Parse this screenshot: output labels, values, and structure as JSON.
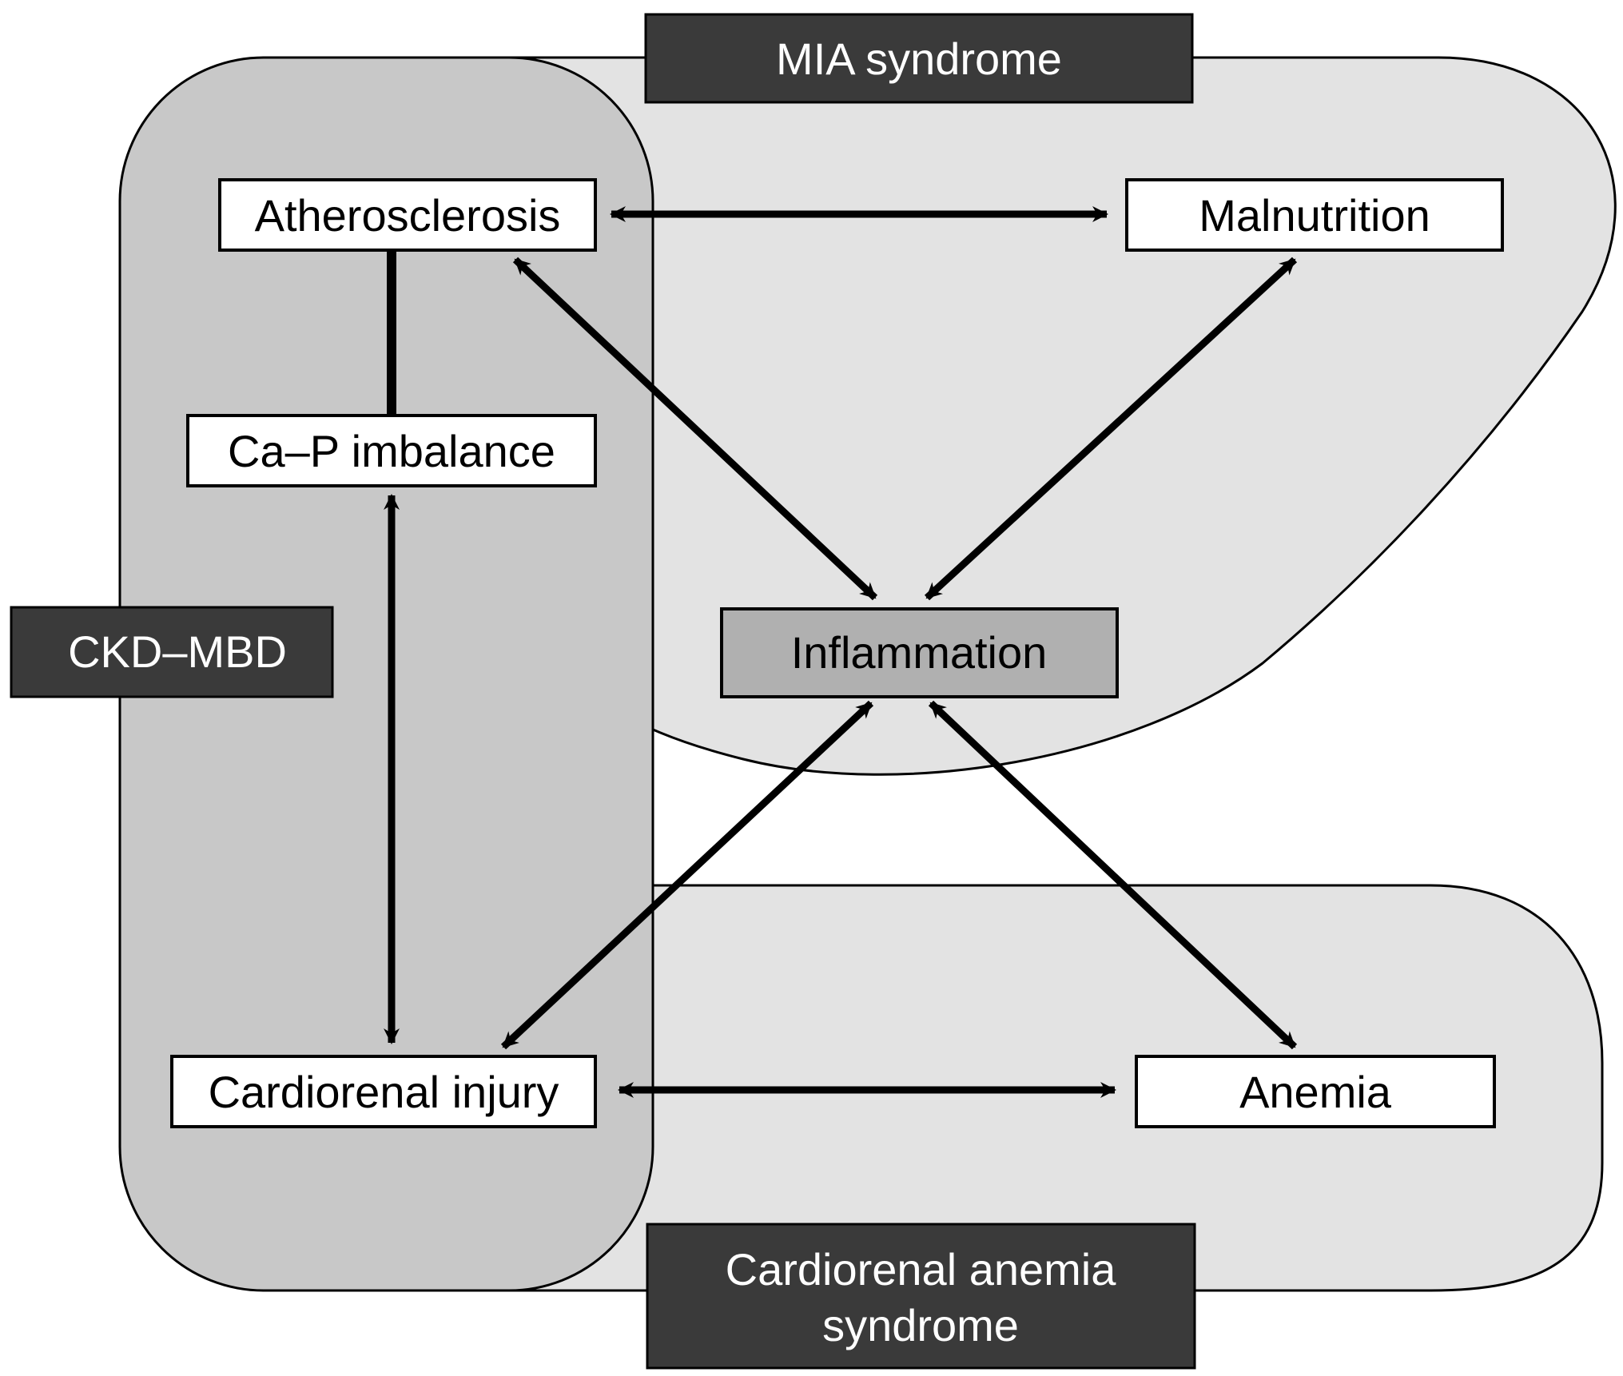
{
  "groups": {
    "mia": {
      "label": "MIA syndrome"
    },
    "ckd": {
      "label": "CKD–MBD"
    },
    "cra": {
      "label_line1": "Cardiorenal anemia",
      "label_line2": "syndrome"
    }
  },
  "nodes": {
    "atherosclerosis": "Atherosclerosis",
    "malnutrition": "Malnutrition",
    "cap": "Ca–P imbalance",
    "inflammation": "Inflammation",
    "cardiorenal": "Cardiorenal injury",
    "anemia": "Anemia"
  },
  "colors": {
    "region_light": "#e3e3e3",
    "region_dark": "#c8c8c8",
    "label_bg": "#3a3a3a",
    "inflammation_bg": "#b0b0b0",
    "box_bg": "#ffffff",
    "line": "#000000"
  }
}
